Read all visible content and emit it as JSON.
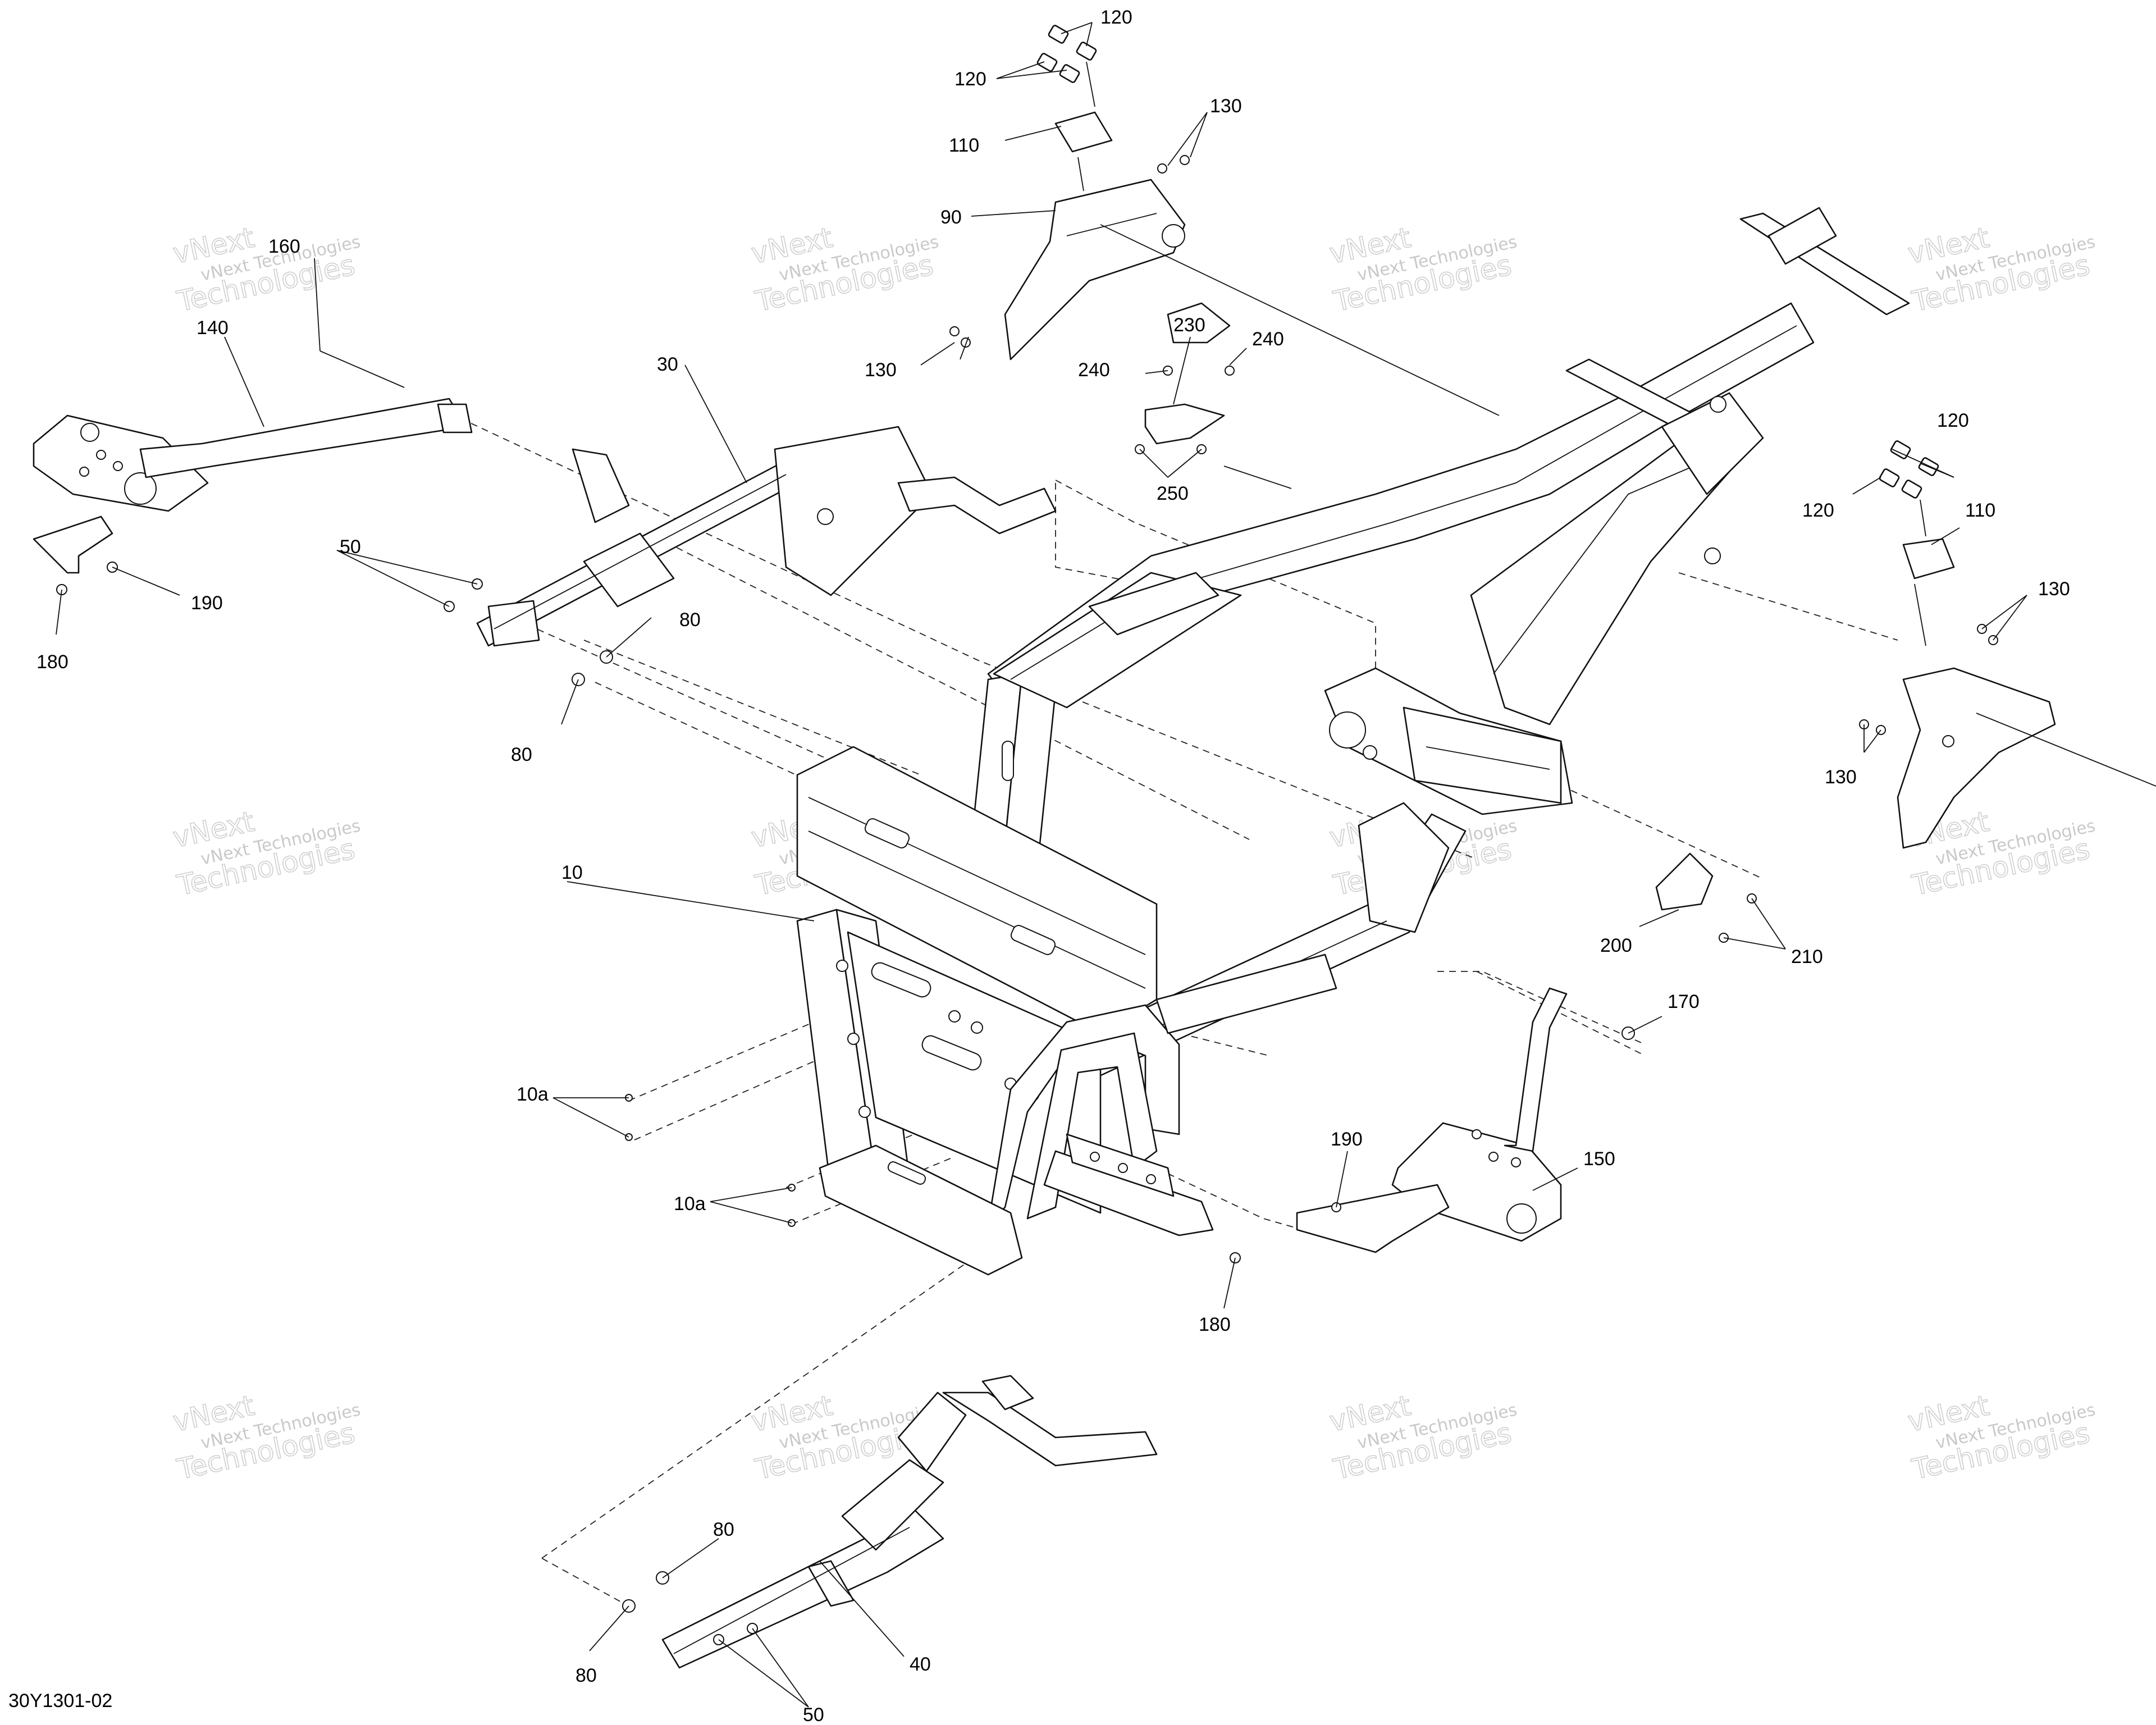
{
  "diagram": {
    "code": "30Y1301-02",
    "watermark_line1": "vNext Technologies",
    "watermark_line2": "vNext",
    "watermark_line3": "Technologies",
    "callouts": [
      {
        "id": "c120a",
        "text": "120"
      },
      {
        "id": "c120b",
        "text": "120"
      },
      {
        "id": "c130a",
        "text": "130"
      },
      {
        "id": "c110a",
        "text": "110"
      },
      {
        "id": "c90",
        "text": "90"
      },
      {
        "id": "c160",
        "text": "160"
      },
      {
        "id": "c140",
        "text": "140"
      },
      {
        "id": "c30",
        "text": "30"
      },
      {
        "id": "c230",
        "text": "230"
      },
      {
        "id": "c240a",
        "text": "240"
      },
      {
        "id": "c240b",
        "text": "240"
      },
      {
        "id": "c250",
        "text": "250"
      },
      {
        "id": "c130b",
        "text": "130"
      },
      {
        "id": "c50a",
        "text": "50"
      },
      {
        "id": "c190a",
        "text": "190"
      },
      {
        "id": "c180a",
        "text": "180"
      },
      {
        "id": "c80a",
        "text": "80"
      },
      {
        "id": "c80b",
        "text": "80"
      },
      {
        "id": "c120c",
        "text": "120"
      },
      {
        "id": "c120d",
        "text": "120"
      },
      {
        "id": "c110b",
        "text": "110"
      },
      {
        "id": "c130c",
        "text": "130"
      },
      {
        "id": "c130d",
        "text": "130"
      },
      {
        "id": "c10",
        "text": "10"
      },
      {
        "id": "c200",
        "text": "200"
      },
      {
        "id": "c210",
        "text": "210"
      },
      {
        "id": "c170",
        "text": "170"
      },
      {
        "id": "c10a1",
        "text": "10a"
      },
      {
        "id": "c10a2",
        "text": "10a"
      },
      {
        "id": "c190b",
        "text": "190"
      },
      {
        "id": "c150",
        "text": "150"
      },
      {
        "id": "c180b",
        "text": "180"
      },
      {
        "id": "c80c",
        "text": "80"
      },
      {
        "id": "c80d",
        "text": "80"
      },
      {
        "id": "c40",
        "text": "40"
      },
      {
        "id": "c50b",
        "text": "50"
      }
    ]
  }
}
